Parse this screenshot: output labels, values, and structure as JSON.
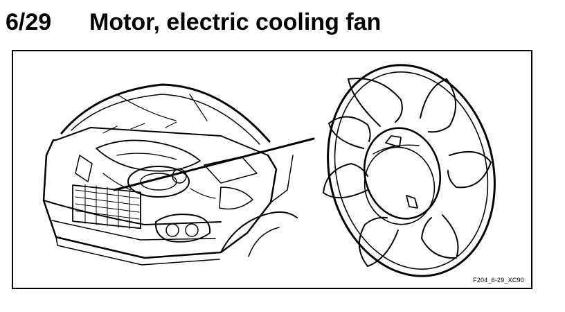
{
  "section": {
    "number": "6/29",
    "title": "Motor, electric cooling fan"
  },
  "figure": {
    "code": "F204_6-29_XC90",
    "illustrations": [
      "car-front-open-hood",
      "electric-cooling-fan"
    ],
    "colors": {
      "ink": "#000000",
      "paper": "#ffffff"
    }
  }
}
